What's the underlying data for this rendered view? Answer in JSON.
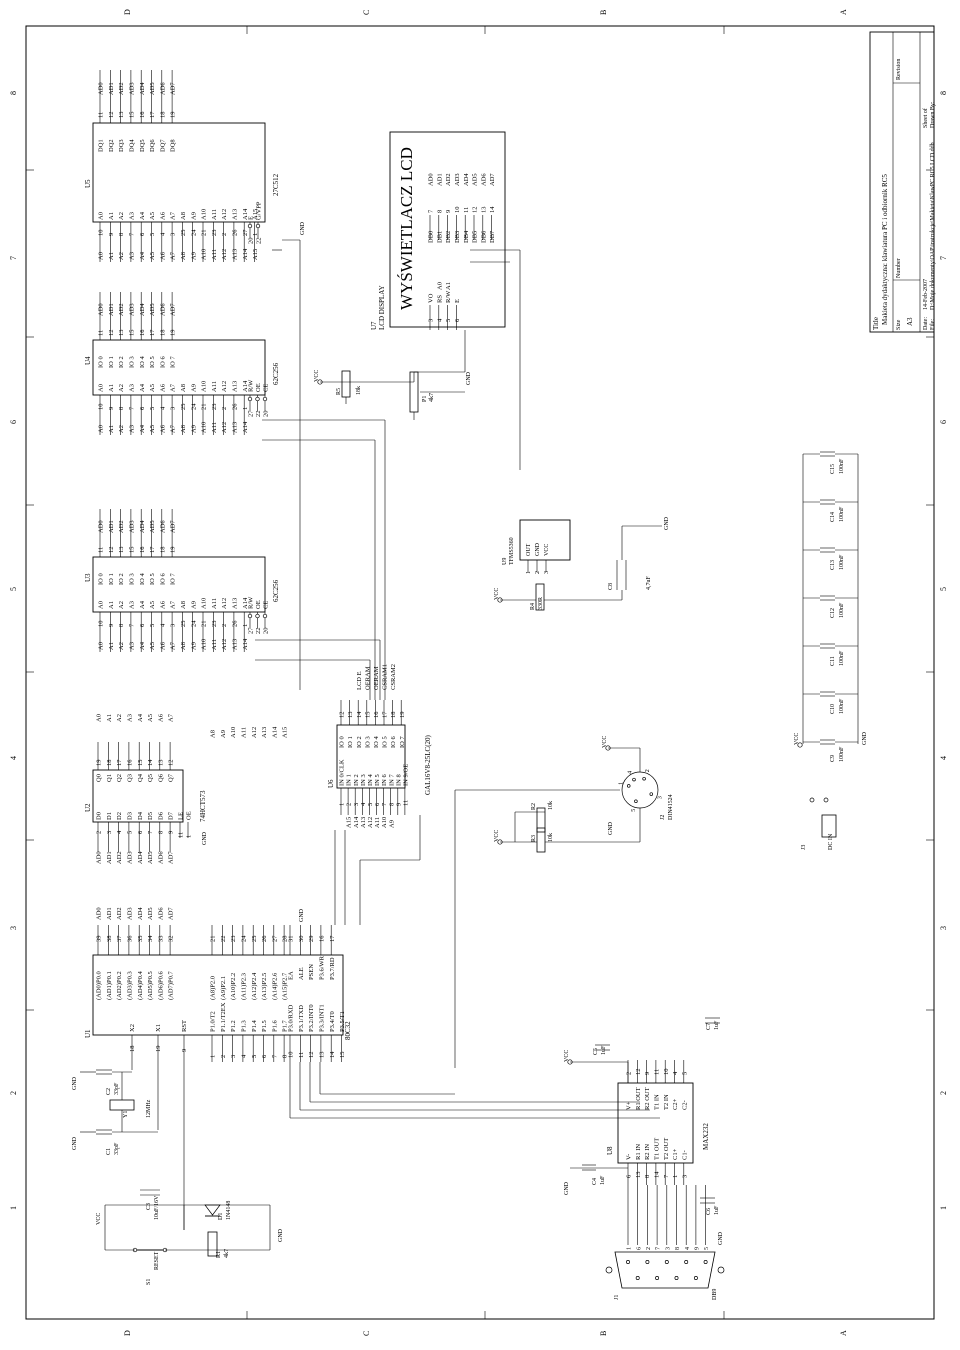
{
  "sheet": {
    "columns": [
      "1",
      "2",
      "3",
      "4",
      "5",
      "6",
      "7",
      "8"
    ],
    "rows": [
      "D",
      "C",
      "B",
      "A"
    ]
  },
  "title_block": {
    "title_label": "Title",
    "title": "Makieta dydaktyczna: klawiatura PC i odbiornik RC5",
    "size_label": "Size",
    "size": "A3",
    "number_label": "Number",
    "revision_label": "Revision",
    "date_label": "Date:",
    "date": "14-Feb-2007",
    "sheet_label": "Sheet   of",
    "file_label": "File:",
    "file": "D:\\Moje dokumenty\\OAP\\instrukcje\\Makieta\\KlawPC RC5 LCD.ddb",
    "drawn_by_label": "Drawn By:"
  },
  "components": {
    "u1": {
      "ref": "U1",
      "part": "80C32",
      "left": [
        "(AD0)P0.0",
        "(AD1)P0.1",
        "(AD2)P0.2",
        "(AD3)P0.3",
        "(AD4)P0.4",
        "(AD5)P0.5",
        "(AD6)P0.6",
        "(AD7)P0.7"
      ],
      "left_pins": [
        "39",
        "38",
        "37",
        "36",
        "35",
        "34",
        "33",
        "32"
      ],
      "ahi": [
        "(A8)P2.0",
        "(A9)P2.1",
        "(A10)P2.2",
        "(A11)P2.3",
        "(A12)P2.4",
        "(A13)P2.5",
        "(A14)P2.6",
        "(A15)P2.7"
      ],
      "ahi_pins": [
        "21",
        "22",
        "23",
        "24",
        "25",
        "26",
        "27",
        "28"
      ],
      "p1": [
        "P1.0/T2",
        "P1.1/T2EX",
        "P1.2",
        "P1.3",
        "P1.4",
        "P1.5",
        "P1.6",
        "P1.7"
      ],
      "p1_pins": [
        "1",
        "2",
        "3",
        "4",
        "5",
        "6",
        "7",
        "8"
      ],
      "p3": [
        "P3.0/RXD",
        "P3.1/TXD",
        "P3.2/INT0",
        "P3.3/INT1",
        "P3.4/T0",
        "P3.5/T1"
      ],
      "p3_pins": [
        "10",
        "11",
        "12",
        "13",
        "14",
        "15"
      ],
      "misc": [
        "EA",
        "ALE",
        "PSEN",
        "P3.6/WR",
        "P3.7/RD"
      ],
      "misc_pins": [
        "31",
        "30",
        "29",
        "16",
        "17"
      ],
      "x1": "X1",
      "x2": "X2",
      "rst": "RST",
      "x2_pin": "18",
      "x1_pin": "19",
      "rst_pin": "9"
    },
    "u2": {
      "ref": "U2",
      "part": "74HCT573",
      "d": [
        "D0",
        "D1",
        "D2",
        "D3",
        "D4",
        "D5",
        "D6",
        "D7"
      ],
      "q": [
        "Q0",
        "Q1",
        "Q2",
        "Q3",
        "Q4",
        "Q5",
        "Q6",
        "Q7"
      ],
      "d_pins": [
        "2",
        "3",
        "4",
        "5",
        "6",
        "7",
        "8",
        "9"
      ],
      "q_pins": [
        "19",
        "18",
        "17",
        "16",
        "15",
        "14",
        "13",
        "12"
      ],
      "ctrl": [
        "LE",
        "OE"
      ],
      "ctrl_pins": [
        "11",
        "1"
      ]
    },
    "u3": {
      "ref": "U3",
      "part": "62C256",
      "a": [
        "A0",
        "A1",
        "A2",
        "A3",
        "A4",
        "A5",
        "A6",
        "A7",
        "A8",
        "A9",
        "A10",
        "A11",
        "A12",
        "A13",
        "A14"
      ],
      "a_pins": [
        "10",
        "9",
        "8",
        "7",
        "6",
        "5",
        "4",
        "3",
        "25",
        "24",
        "21",
        "23",
        "2",
        "26",
        "1"
      ],
      "io": [
        "IO 0",
        "IO 1",
        "IO 2",
        "IO 3",
        "IO 4",
        "IO 5",
        "IO 6",
        "IO 7"
      ],
      "io_pins": [
        "11",
        "12",
        "13",
        "15",
        "16",
        "17",
        "18",
        "19"
      ],
      "ctrl": [
        "R/W",
        "OE",
        "CE"
      ],
      "ctrl_pins": [
        "27",
        "22",
        "20"
      ]
    },
    "u4": {
      "ref": "U4",
      "part": "62C256",
      "a": [
        "A0",
        "A1",
        "A2",
        "A3",
        "A4",
        "A5",
        "A6",
        "A7",
        "A8",
        "A9",
        "A10",
        "A11",
        "A12",
        "A13",
        "A14"
      ],
      "a_pins": [
        "10",
        "9",
        "8",
        "7",
        "6",
        "5",
        "4",
        "3",
        "25",
        "24",
        "21",
        "23",
        "2",
        "26",
        "1"
      ],
      "io": [
        "IO 0",
        "IO 1",
        "IO 2",
        "IO 3",
        "IO 4",
        "IO 5",
        "IO 6",
        "IO 7"
      ],
      "io_pins": [
        "11",
        "12",
        "13",
        "15",
        "16",
        "17",
        "18",
        "19"
      ],
      "ctrl": [
        "R/W",
        "OE",
        "CE"
      ],
      "ctrl_pins": [
        "27",
        "22",
        "20"
      ]
    },
    "u5": {
      "ref": "U5",
      "part": "27C512",
      "a": [
        "A0",
        "A1",
        "A2",
        "A3",
        "A4",
        "A5",
        "A6",
        "A7",
        "A8",
        "A9",
        "A10",
        "A11",
        "A12",
        "A13",
        "A14",
        "A15"
      ],
      "a_pins": [
        "10",
        "9",
        "8",
        "7",
        "6",
        "5",
        "4",
        "3",
        "25",
        "24",
        "21",
        "23",
        "2",
        "26",
        "27",
        "1"
      ],
      "dq": [
        "DQ1",
        "DQ2",
        "DQ3",
        "DQ4",
        "DQ5",
        "DQ6",
        "DQ7",
        "DQ8"
      ],
      "dq_pins": [
        "11",
        "12",
        "13",
        "15",
        "16",
        "17",
        "18",
        "19"
      ],
      "ctrl": [
        "E",
        "G/VPP"
      ],
      "ctrl_pins": [
        "20",
        "22"
      ]
    },
    "u6": {
      "ref": "U6",
      "part": "GAL16V8-25LC(20)",
      "in": [
        "IN 0/CLK",
        "IN 1",
        "IN 2",
        "IN 3",
        "IN 4",
        "IN 5",
        "IN 6",
        "IN 7",
        "IN 8",
        "IN 9/OE"
      ],
      "in_pins": [
        "1",
        "2",
        "3",
        "4",
        "5",
        "6",
        "7",
        "8",
        "9",
        "11"
      ],
      "in_nets": [
        "",
        "A15",
        "A14",
        "A13",
        "A12",
        "A11",
        "A10",
        "A9",
        "",
        ""
      ],
      "io": [
        "IO 0",
        "IO 1",
        "IO 2",
        "IO 3",
        "IO 4",
        "IO 5",
        "IO 6",
        "IO 7"
      ],
      "io_pins": [
        "12",
        "13",
        "14",
        "15",
        "16",
        "17",
        "18",
        "19"
      ],
      "io_nets": [
        "",
        "",
        "LCD E",
        "OERAM",
        "OERAM",
        "CSRAM1",
        "CSRAM2",
        ""
      ]
    },
    "u7": {
      "ref": "U7",
      "part": "LCD DISPLAY",
      "title": "WYŚWIETLACZ  LCD",
      "db": [
        "DB0",
        "DB1",
        "DB2",
        "DB3",
        "DB4",
        "DB5",
        "DB6",
        "DB7"
      ],
      "db_pins": [
        "7",
        "8",
        "9",
        "10",
        "11",
        "12",
        "13",
        "14"
      ],
      "db_nets": [
        "AD0",
        "AD1",
        "AD2",
        "AD3",
        "AD4",
        "AD5",
        "AD6",
        "AD7"
      ],
      "ctrl": [
        "VO",
        "RS",
        "R/W",
        "E"
      ],
      "ctrl_pins": [
        "3",
        "4",
        "5",
        "6"
      ],
      "ctrl_nets": [
        "",
        "A0",
        "A1",
        ""
      ]
    },
    "u8": {
      "ref": "U8",
      "part": "MAX232",
      "left": [
        "V-",
        "R1 IN",
        "R2 IN",
        "T1 OUT",
        "T2 OUT",
        "C1+",
        "C1-"
      ],
      "left_pins": [
        "6",
        "13",
        "8",
        "14",
        "7",
        "1",
        "3"
      ],
      "right": [
        "V+",
        "R1 OUT",
        "R2 OUT",
        "T1 IN",
        "T2 IN",
        "C2+",
        "C2-"
      ],
      "right_pins": [
        "2",
        "12",
        "9",
        "11",
        "10",
        "4",
        "5"
      ]
    },
    "u9": {
      "ref": "U9",
      "part": "TFMS5360",
      "pins": [
        "OUT",
        "GND",
        "VCC"
      ],
      "pin_nums": [
        "1",
        "2",
        "3"
      ]
    },
    "j1": {
      "ref": "J1",
      "part": "DB9",
      "pins": [
        "1",
        "6",
        "2",
        "7",
        "3",
        "8",
        "4",
        "9",
        "5"
      ]
    },
    "j2": {
      "ref": "J2",
      "part": "DIN41524",
      "pins": [
        "1",
        "2",
        "3",
        "4",
        "5"
      ]
    },
    "j3": {
      "ref": "J3",
      "part": "DC IN"
    },
    "s1": {
      "ref": "S1",
      "name": "RESET"
    },
    "y1": {
      "ref": "Y1",
      "value": "12MHz"
    },
    "d1": {
      "ref": "D1",
      "value": "1N4148"
    },
    "p1": {
      "ref": "P1",
      "value": "4k7"
    },
    "resistors": [
      {
        "ref": "R1",
        "value": "4k7"
      },
      {
        "ref": "R2",
        "value": "10k"
      },
      {
        "ref": "R3",
        "value": "10k"
      },
      {
        "ref": "R4",
        "value": "330R"
      },
      {
        "ref": "R5",
        "value": "18k"
      }
    ],
    "capacitors": [
      {
        "ref": "C1",
        "value": "33pF"
      },
      {
        "ref": "C2",
        "value": "33pF"
      },
      {
        "ref": "C3",
        "value": "10uF/16V"
      },
      {
        "ref": "C4",
        "value": "1uF"
      },
      {
        "ref": "C5",
        "value": "1uF"
      },
      {
        "ref": "C6",
        "value": "1uF"
      },
      {
        "ref": "C7",
        "value": "1uF"
      },
      {
        "ref": "C8",
        "value": "4,7uF"
      },
      {
        "ref": "C9",
        "value": "100nF"
      },
      {
        "ref": "C10",
        "value": "100nF"
      },
      {
        "ref": "C11",
        "value": "100nF"
      },
      {
        "ref": "C12",
        "value": "100nF"
      },
      {
        "ref": "C13",
        "value": "100nF"
      },
      {
        "ref": "C14",
        "value": "100nF"
      },
      {
        "ref": "C15",
        "value": "100nF"
      }
    ]
  },
  "nets": {
    "vcc": "VCC",
    "gnd": "GND",
    "ad": [
      "AD0",
      "AD1",
      "AD2",
      "AD3",
      "AD4",
      "AD5",
      "AD6",
      "AD7"
    ],
    "a_low": [
      "A0",
      "A1",
      "A2",
      "A3",
      "A4",
      "A5",
      "A6",
      "A7"
    ],
    "a_high": [
      "A8",
      "A9",
      "A10",
      "A11",
      "A12",
      "A13",
      "A14",
      "A15"
    ]
  }
}
